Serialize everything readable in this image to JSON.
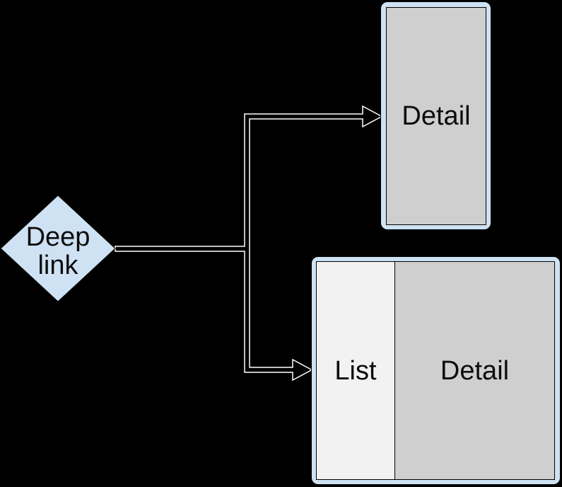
{
  "diagram": {
    "background_color": "#000000",
    "nodes": {
      "deep_link": {
        "type": "decision-diamond",
        "label_line1": "Deep",
        "label_line2": "link",
        "fill": "#cfe2f3",
        "stroke": "#000000"
      },
      "detail_screen": {
        "type": "compact-screen",
        "label": "Detail",
        "frame_fill": "#cfe2f3",
        "screen_fill": "#cfcfcf"
      },
      "list_detail_screen": {
        "type": "expanded-screen",
        "frame_fill": "#cfe2f3",
        "panes": [
          {
            "label": "List",
            "fill": "#f2f2f2"
          },
          {
            "label": "Detail",
            "fill": "#cfcfcf"
          }
        ]
      }
    },
    "connectors": {
      "style": "hollow-open-arrow",
      "color": "#ffffff",
      "routes": [
        {
          "from": "deep-link",
          "to": "detail-screen"
        },
        {
          "from": "deep-link",
          "to": "list-detail-screen"
        }
      ]
    },
    "text_color": "#0d0d0d"
  }
}
